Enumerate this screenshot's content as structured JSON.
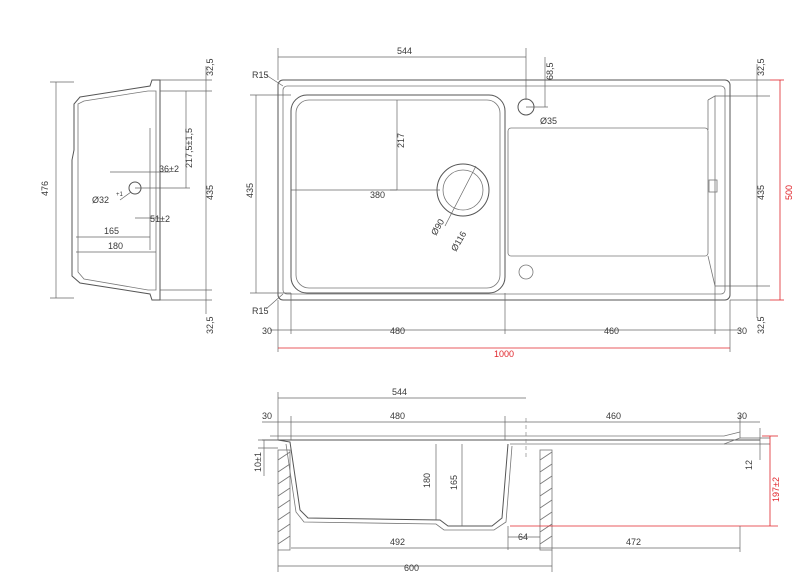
{
  "colors": {
    "line": "#555555",
    "dimension": "#666666",
    "overall": "#e0242a",
    "background": "#ffffff"
  },
  "side_view": {
    "height_total": "476",
    "depth": "435",
    "top_margin": "32,5",
    "bottom_margin": "32,5",
    "tap_height": "217,5±1,5",
    "hole_offset": "36±2",
    "hole_diameter": "Ø32",
    "hole_tolerance": "+1",
    "hole_spacing": "51±2",
    "width_inner": "165",
    "width_outer": "180"
  },
  "top_view": {
    "bowl_width": "544",
    "tap_offset": "68,5",
    "corner_radius_top": "R15",
    "corner_radius_bottom": "R15",
    "tap_hole": "Ø35",
    "drain_depth": "217",
    "drain_offset": "380",
    "drain_inner": "Ø90",
    "drain_outer": "Ø116",
    "height_left": "435",
    "height_right": "435",
    "margin_top_right": "32,5",
    "margin_bottom_right": "32,5",
    "overall_height": "500",
    "left_margin": "30",
    "right_margin": "30",
    "bowl_length": "480",
    "drainer_length": "460",
    "overall_length": "1000"
  },
  "section_view": {
    "top_width": "544",
    "left_margin": "30",
    "bowl_length": "480",
    "drainer_length": "460",
    "right_margin": "30",
    "rim_thickness": "10±1",
    "bowl_depth": "180",
    "inner_depth": "165",
    "drainer_thickness": "12",
    "overall_depth": "197±2",
    "waste_offset": "64",
    "bowl_bottom": "492",
    "drainer_bottom": "472",
    "cabinet_width": "600"
  }
}
